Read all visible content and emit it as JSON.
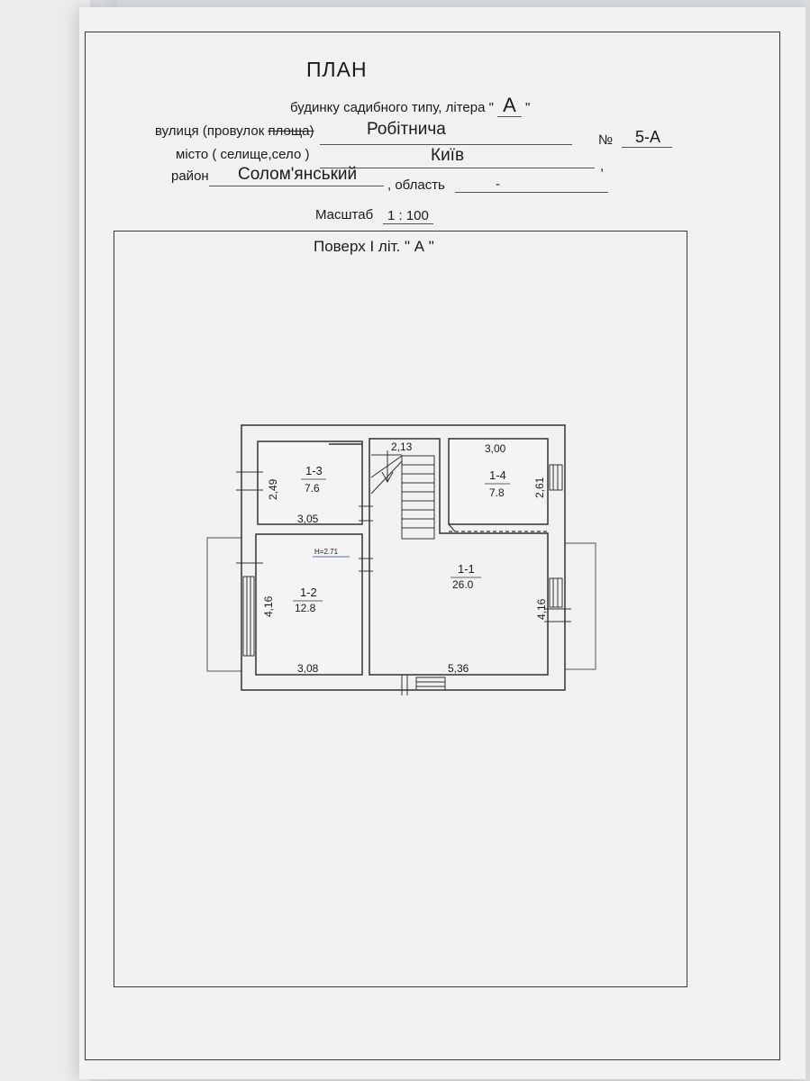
{
  "header": {
    "title": "ПЛАН",
    "subtitle": "будинку садибного типу, літера \"",
    "litera": "А",
    "subtitle_end": "\"",
    "street_label_prefix": "вулиця (провулок ",
    "street_label_struck": "площа)",
    "street_value": "Робітнича",
    "number_label": "№",
    "number_value": "5-А",
    "city_label": "місто ( селище,село )",
    "city_value": "Київ",
    "district_label": "район",
    "district_value": "Солом'янський",
    "region_label": ", область",
    "region_value": "-",
    "scale_label": "Масштаб",
    "scale_value": "1 : 100"
  },
  "floor": {
    "title": "Поверх І літ. \" А \"",
    "height_mark": "Н=2.71",
    "rooms": [
      {
        "id": "1-1",
        "area": "26.0"
      },
      {
        "id": "1-2",
        "area": "12.8"
      },
      {
        "id": "1-3",
        "area": "7.6"
      },
      {
        "id": "1-4",
        "area": "7.8"
      }
    ],
    "dims": {
      "stair_width": "2,13",
      "r14_width": "3,00",
      "r14_height": "2,61",
      "r13_height": "2,49",
      "r13_width": "3,05",
      "r12_height": "4,16",
      "r12_width": "3,08",
      "r11_width": "5,36",
      "r11_height": "4,16"
    }
  }
}
